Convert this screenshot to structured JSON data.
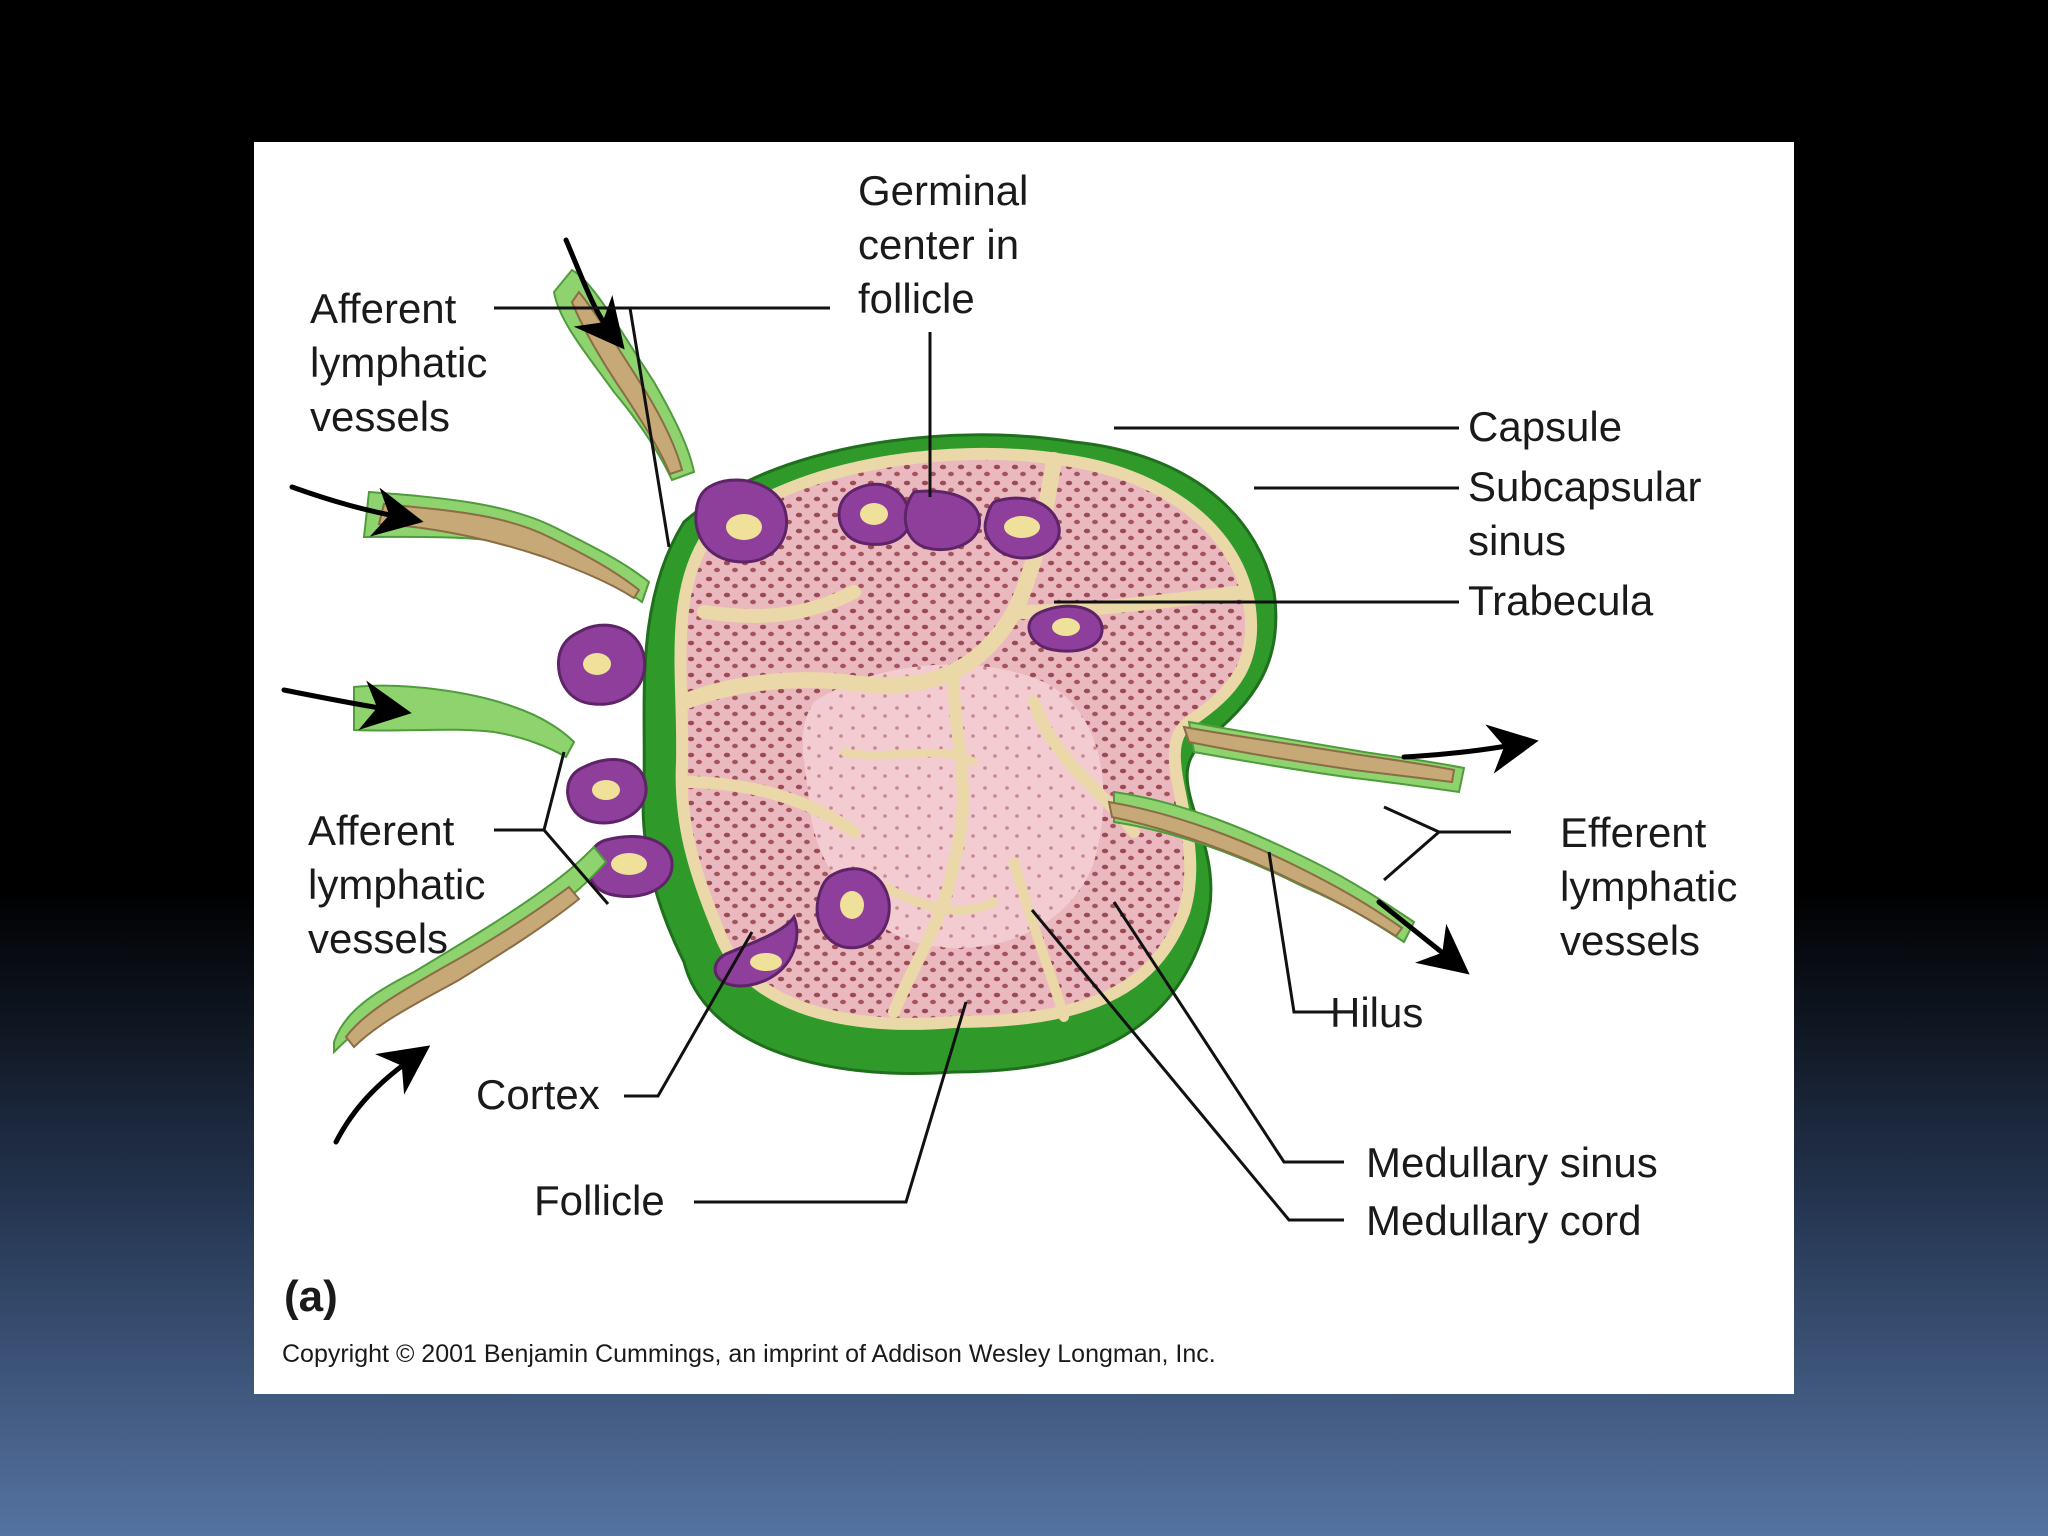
{
  "labels": {
    "germinal_center": [
      "Germinal",
      "center in",
      "follicle"
    ],
    "afferent_top": [
      "Afferent",
      "lymphatic",
      "vessels"
    ],
    "afferent_bottom": [
      "Afferent",
      "lymphatic",
      "vessels"
    ],
    "capsule": "Capsule",
    "subcapsular_sinus": [
      "Subcapsular",
      "sinus"
    ],
    "trabecula": "Trabecula",
    "efferent": [
      "Efferent",
      "lymphatic",
      "vessels"
    ],
    "hilus": "Hilus",
    "cortex": "Cortex",
    "follicle": "Follicle",
    "medullary_sinus": "Medullary sinus",
    "medullary_cord": "Medullary cord"
  },
  "panel_letter": "(a)",
  "copyright": "Copyright © 2001 Benjamin Cummings, an imprint of Addison Wesley Longman, Inc.",
  "colors": {
    "capsule_green": "#2f9a2a",
    "vessel_green": "#8ed36e",
    "vessel_tan": "#c7a877",
    "trabecula_tan": "#ead8a8",
    "cortex_pink": "#e9b9bf",
    "follicle_purple": "#8e3f9b",
    "germinal_yellow": "#efe09a"
  }
}
